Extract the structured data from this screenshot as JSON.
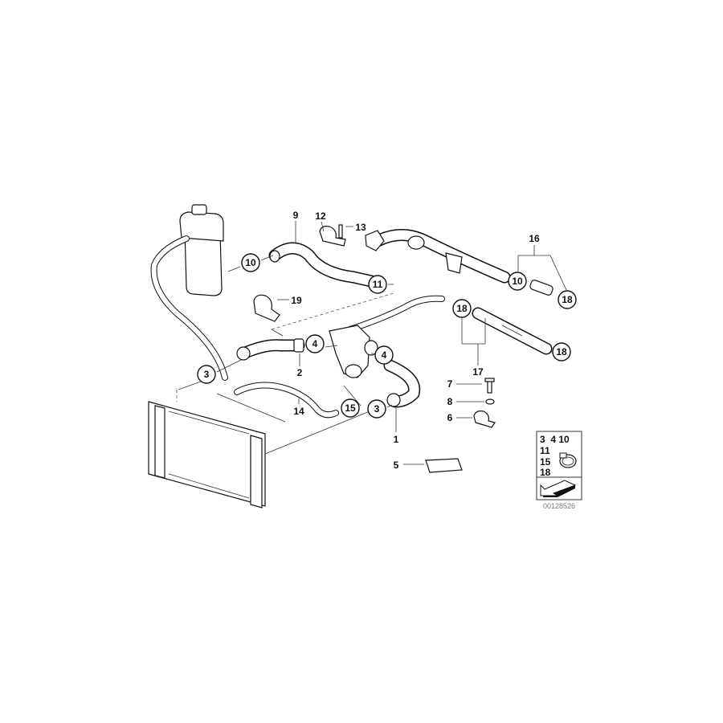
{
  "diagram": {
    "labels": {
      "p1": "1",
      "p2": "2",
      "p3a": "3",
      "p3b": "3",
      "p4a": "4",
      "p4b": "4",
      "p5": "5",
      "p6": "6",
      "p7": "7",
      "p8": "8",
      "p9": "9",
      "p10a": "10",
      "p10b": "10",
      "p11": "11",
      "p12": "12",
      "p13": "13",
      "p14": "14",
      "p15": "15",
      "p16": "16",
      "p17": "17",
      "p18a": "18",
      "p18b": "18",
      "p18c": "18",
      "p19": "19"
    },
    "legend_box": {
      "row1": "3  4 10",
      "row2": "11",
      "row3": "15",
      "row4": "18"
    },
    "drawing_number": "00128526"
  }
}
